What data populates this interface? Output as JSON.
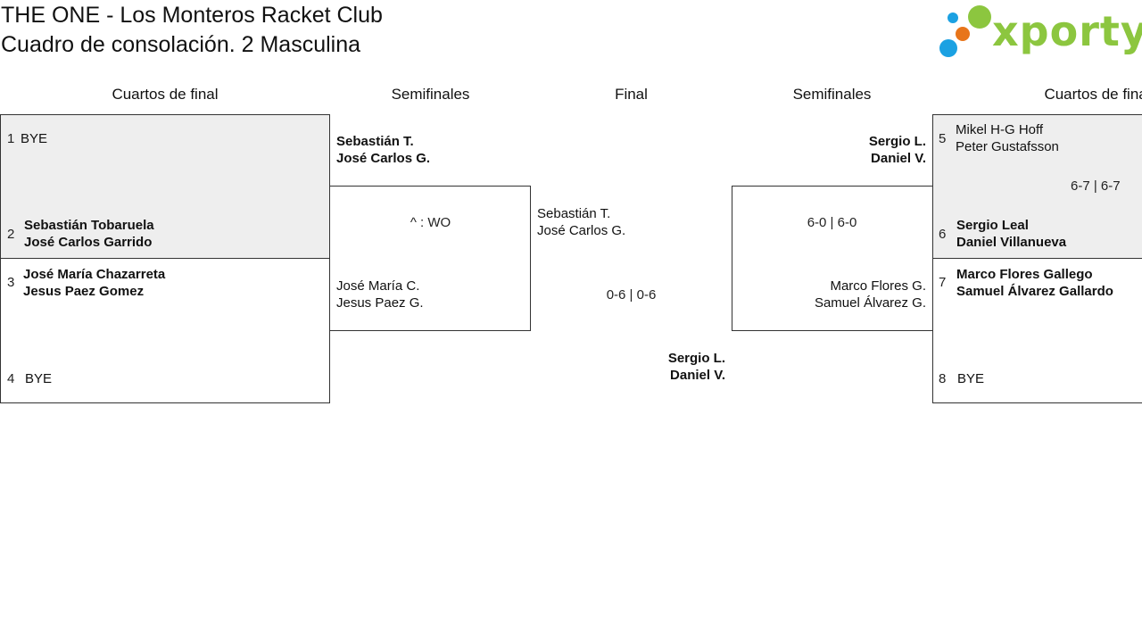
{
  "header": {
    "title_line1": "THE ONE - Los Monteros Racket Club",
    "title_line2": "Cuadro de consolación. 2 Masculina",
    "logo_text": "xporty",
    "logo_colors": {
      "green": "#8cc63f",
      "blue": "#1ba1e2",
      "orange": "#e8751a"
    }
  },
  "columns": {
    "qf_left": "Cuartos de final",
    "sf_left": "Semifinales",
    "final": "Final",
    "sf_right": "Semifinales",
    "qf_right": "Cuartos de final"
  },
  "left_qf": {
    "seed1": {
      "num": "1",
      "name": "BYE"
    },
    "seed2": {
      "num": "2",
      "p1": "Sebastián Tobaruela",
      "p2": "José Carlos Garrido"
    },
    "seed3": {
      "num": "3",
      "p1": "José María Chazarreta",
      "p2": "Jesus Paez Gomez"
    },
    "seed4": {
      "num": "4",
      "name": "BYE"
    }
  },
  "left_sf": {
    "top": {
      "p1": "Sebastián T.",
      "p2": "José Carlos G."
    },
    "score": "^ : WO",
    "bottom": {
      "p1": "José María C.",
      "p2": "Jesus Paez G."
    }
  },
  "final": {
    "top": {
      "p1": "Sebastián T.",
      "p2": "José Carlos G."
    },
    "score": "0-6 | 0-6",
    "winner": {
      "p1": "Sergio L.",
      "p2": "Daniel V."
    }
  },
  "right_sf": {
    "top": {
      "p1": "Sergio L.",
      "p2": "Daniel V."
    },
    "score": "6-0 | 6-0",
    "bottom": {
      "p1": "Marco Flores G.",
      "p2": "Samuel Álvarez G."
    }
  },
  "right_qf": {
    "seed5": {
      "num": "5",
      "p1": "Mikel H-G Hoff",
      "p2": "Peter Gustafsson"
    },
    "score": "6-7 | 6-7",
    "seed6": {
      "num": "6",
      "p1": "Sergio Leal",
      "p2": "Daniel Villanueva"
    },
    "seed7": {
      "num": "7",
      "p1": "Marco Flores Gallego",
      "p2": "Samuel Álvarez Gallardo"
    },
    "seed8": {
      "num": "8",
      "name": "BYE"
    }
  }
}
